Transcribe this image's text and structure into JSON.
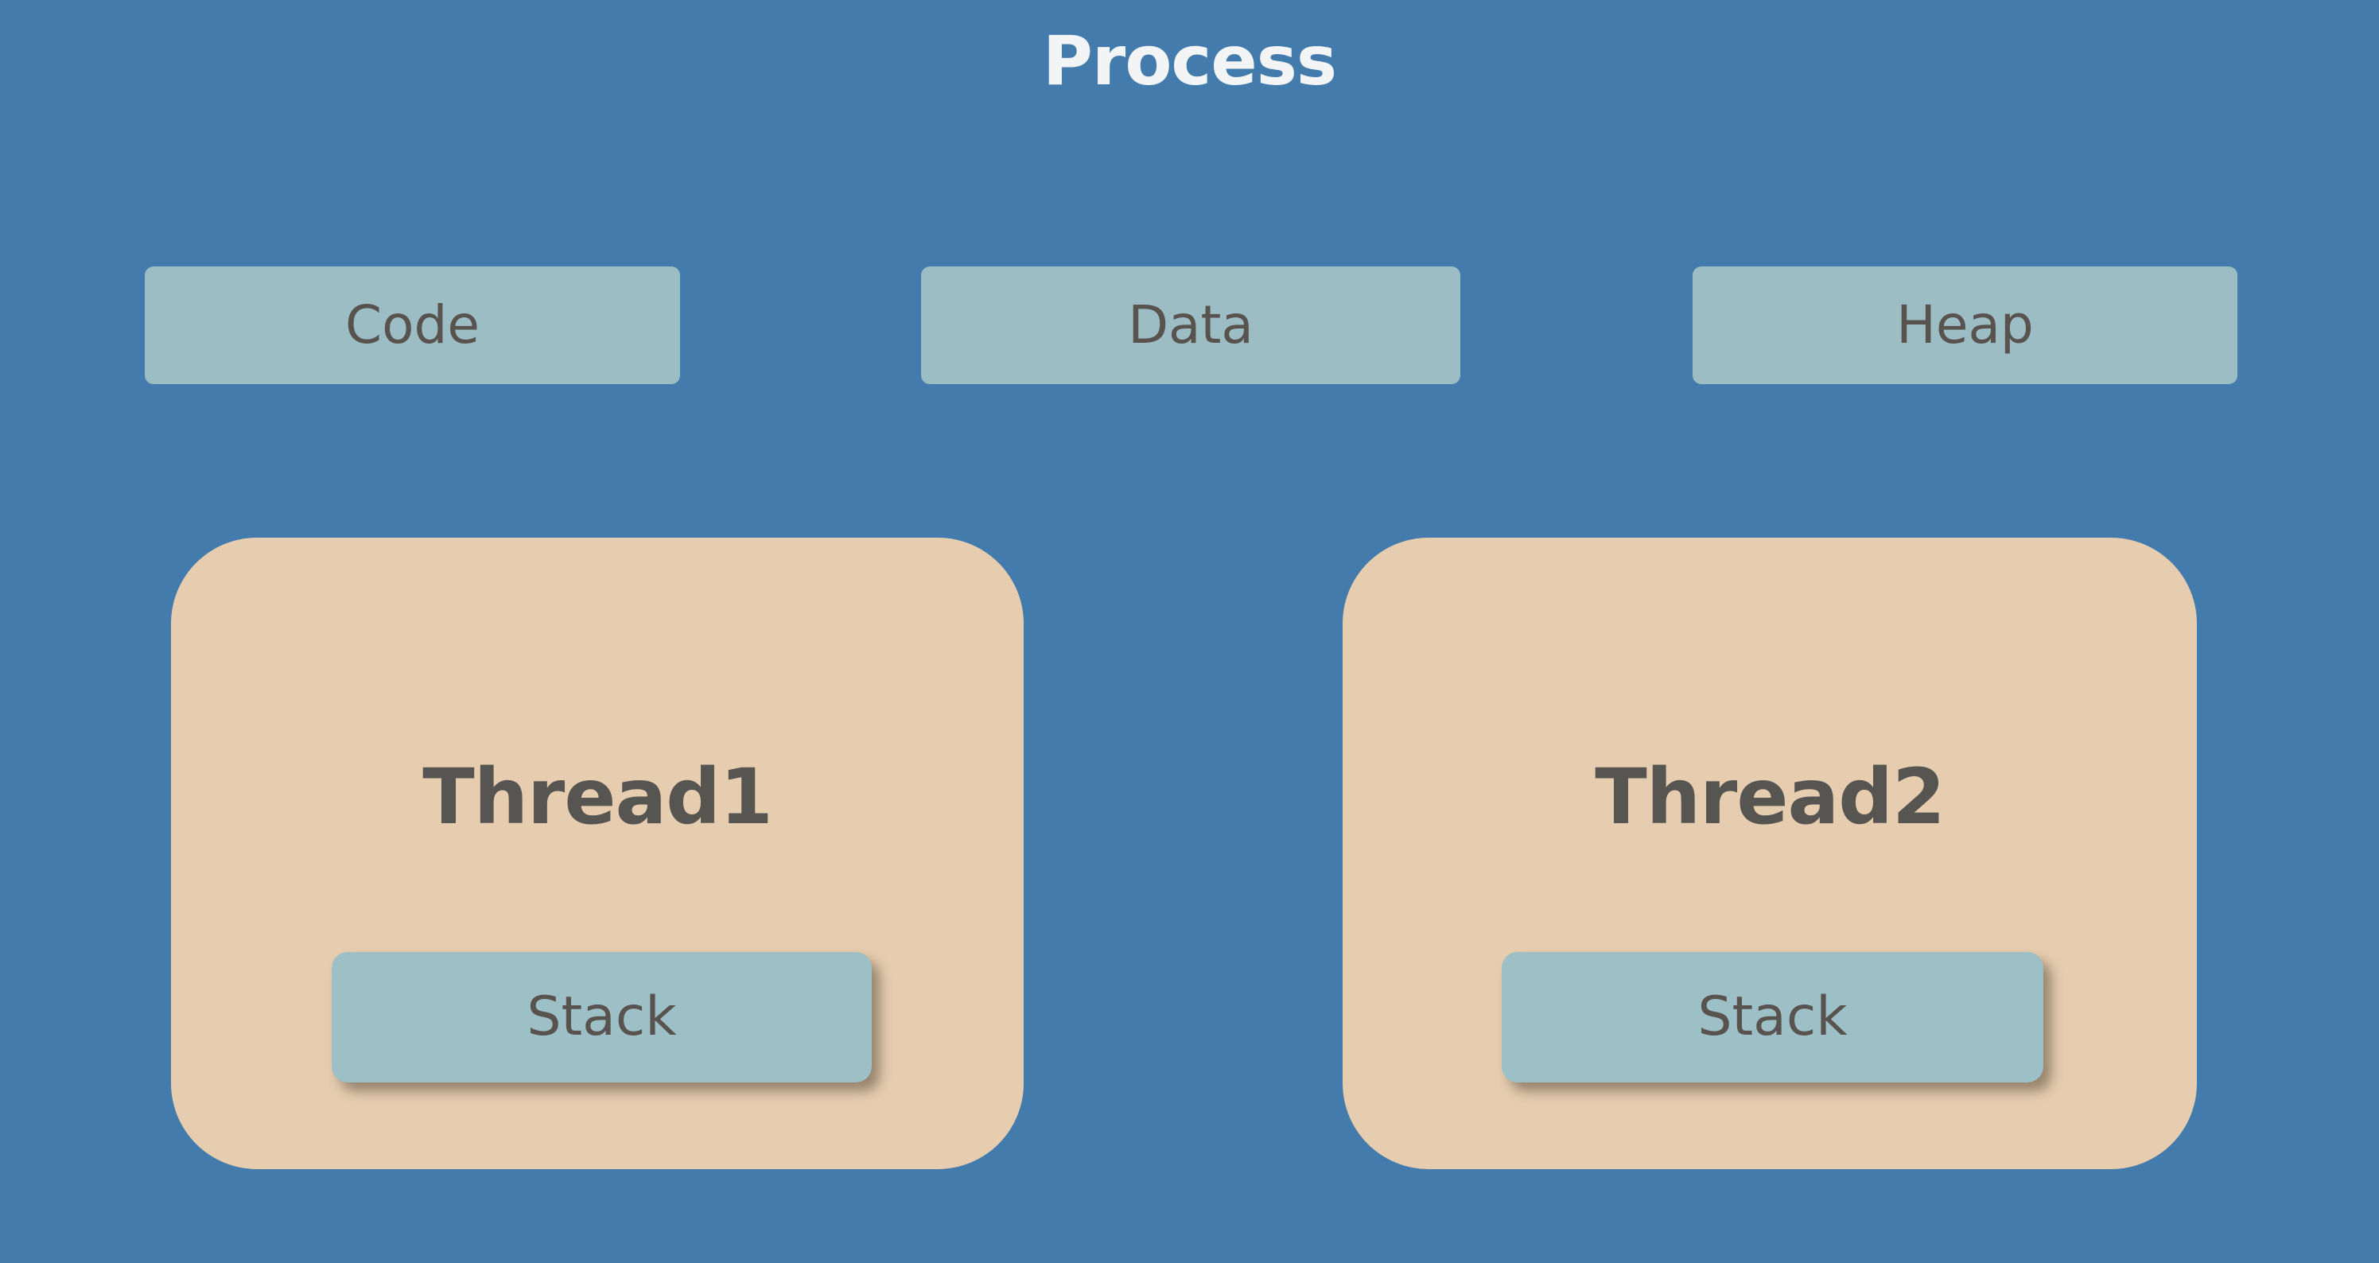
{
  "diagram": {
    "title": "Process",
    "background_color": "#437bac",
    "segments": [
      {
        "id": "code",
        "label": "Code",
        "color": "#9cbdc3"
      },
      {
        "id": "data",
        "label": "Data",
        "color": "#9cbdc3"
      },
      {
        "id": "heap",
        "label": "Heap",
        "color": "#9cbdc3"
      }
    ],
    "threads": [
      {
        "id": "thread-1",
        "label": "Thread1",
        "color": "#e6cdaf",
        "stack": {
          "label": "Stack",
          "color": "#9cc0c6"
        }
      },
      {
        "id": "thread-2",
        "label": "Thread2",
        "color": "#e6cdaf",
        "stack": {
          "label": "Stack",
          "color": "#9cc0c6"
        }
      }
    ],
    "text_color": "#58534f",
    "title_color": "#f2f4f5"
  }
}
